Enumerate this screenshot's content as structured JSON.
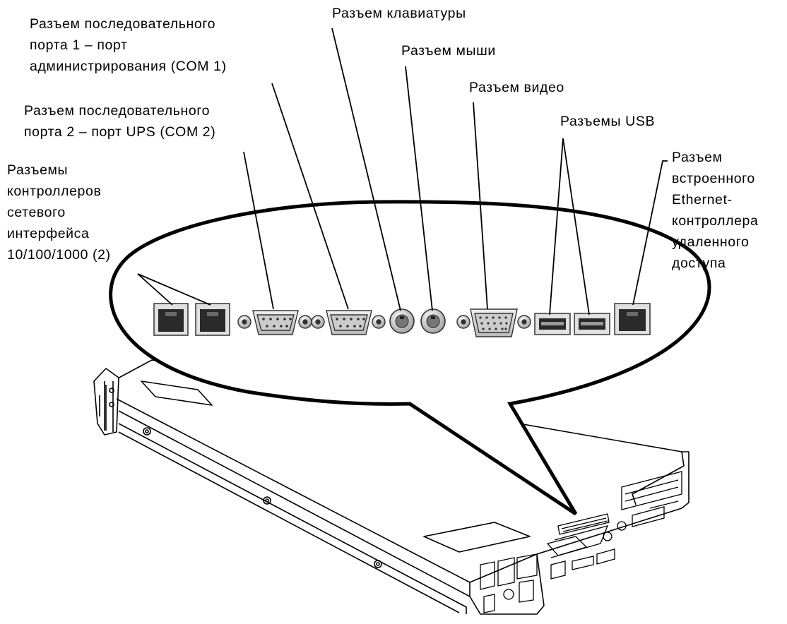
{
  "labels": {
    "serial1": [
      "Разъем последовательного",
      "порта 1 – порт",
      "администрирования (COM 1)"
    ],
    "serial2": [
      "Разъем последовательного",
      "порта 2 – порт UPS (COM 2)"
    ],
    "nic": [
      "Разъемы",
      "контроллеров",
      "сетевого",
      "интерфейса",
      "10/100/1000 (2)"
    ],
    "keyboard": [
      "Разъем клавиатуры"
    ],
    "mouse": [
      "Разъем мыши"
    ],
    "video": [
      "Разъем видео"
    ],
    "usb": [
      "Разъемы USB"
    ],
    "remote_nic": [
      "Разъем",
      "встроенного",
      "Ethernet-",
      "контроллера",
      "удаленного",
      "доступа"
    ]
  },
  "colors": {
    "line": "#000000",
    "port_fill": "#d8d8d8",
    "port_dark": "#303030",
    "background": "#ffffff"
  }
}
